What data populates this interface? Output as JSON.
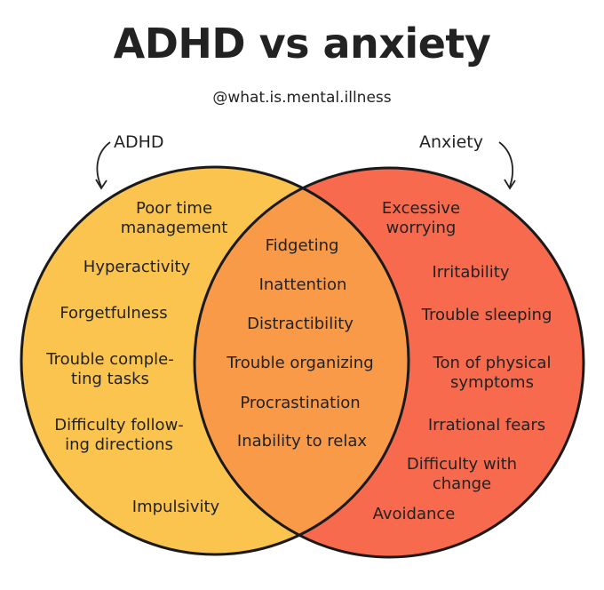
{
  "title": "ADHD vs anxiety",
  "handle": "@what.is.mental.illness",
  "sets": {
    "left": {
      "label": "ADHD",
      "color": "#fbc44f"
    },
    "right": {
      "label": "Anxiety",
      "color": "#f86a4d"
    },
    "overlap_color": "#f99a48",
    "outline_color": "#1a1a1a"
  },
  "items": {
    "adhd_only": [
      [
        "Poor time",
        "management"
      ],
      [
        "Hyperactivity"
      ],
      [
        "Forgetfulness"
      ],
      [
        "Trouble comple-",
        "ting tasks"
      ],
      [
        "Difficulty follow-",
        "ing directions"
      ],
      [
        "Impulsivity"
      ]
    ],
    "both": [
      [
        "Fidgeting"
      ],
      [
        "Inattention"
      ],
      [
        "Distractibility"
      ],
      [
        "Trouble organizing"
      ],
      [
        "Procrastination"
      ],
      [
        "Inability to relax"
      ]
    ],
    "anxiety_only": [
      [
        "Excessive",
        "worrying"
      ],
      [
        "Irritability"
      ],
      [
        "Trouble sleeping"
      ],
      [
        "Ton of physical",
        "symptoms"
      ],
      [
        "Irrational fears"
      ],
      [
        "Difficulty with",
        "change"
      ],
      [
        "Avoidance"
      ]
    ]
  }
}
